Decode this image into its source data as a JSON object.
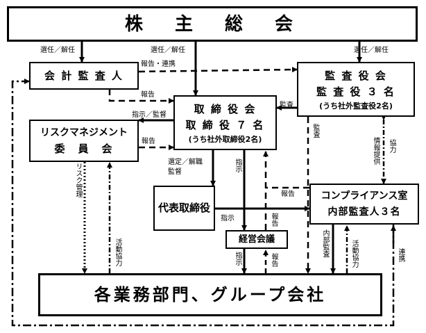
{
  "boxes": {
    "shareholders": "株　主　総　会",
    "auditor": "会 計 監 査 人",
    "board_audit_l1": "監 査 役 会",
    "board_audit_l2": "監 査 役 ３ 名",
    "board_audit_l3": "(うち社外監査役2名)",
    "board_dir_l1": "取 締 役 会",
    "board_dir_l2": "取 締 役 ７ 名",
    "board_dir_l3": "(うち社外取締役2名)",
    "risk_l1": "リスクマネジメント",
    "risk_l2": "委　員　会",
    "rep_director": "代表取締役",
    "compliance_l1": "コンプライアンス室",
    "compliance_l2": "内部監査人３名",
    "mgmt_meeting": "経営会議",
    "business": "各業務部門、グループ会社"
  },
  "labels": {
    "elect1": "選任／解任",
    "elect2": "選任／解任",
    "elect3": "選任／解任",
    "report_liaison": "報告・連携",
    "report_a": "報告",
    "instr_supervise": "指示／監督",
    "audit_h": "監査",
    "report_b": "報告",
    "audit_v": "監査",
    "info_provide": "情報提供",
    "cooperate": "協力",
    "risk_mgmt": "リスク管理",
    "select_dismiss": "選定／解職",
    "supervise": "監督",
    "instr_a": "指示",
    "report_c": "報告",
    "instr_b": "指示",
    "report_d": "報告",
    "internal_audit": "内部監査",
    "act_coop_a": "活動協力",
    "instr_c": "指示",
    "report_e": "報告",
    "act_coop_b": "活動協力",
    "liaison": "連携"
  }
}
